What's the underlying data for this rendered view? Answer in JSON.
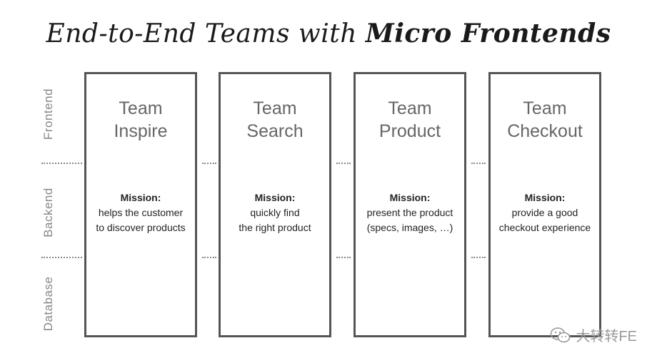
{
  "title": {
    "part1": "End-to-End Teams with ",
    "part2": "Micro Frontends"
  },
  "layers": [
    "Frontend",
    "Backend",
    "Database"
  ],
  "teams": [
    {
      "name_line1": "Team",
      "name_line2": "Inspire",
      "mission_label": "Mission:",
      "mission_line1": "helps the customer",
      "mission_line2": "to discover products"
    },
    {
      "name_line1": "Team",
      "name_line2": "Search",
      "mission_label": "Mission:",
      "mission_line1": "quickly find",
      "mission_line2": "the right product"
    },
    {
      "name_line1": "Team",
      "name_line2": "Product",
      "mission_label": "Mission:",
      "mission_line1": "present the product",
      "mission_line2": "(specs, images, …)"
    },
    {
      "name_line1": "Team",
      "name_line2": "Checkout",
      "mission_label": "Mission:",
      "mission_line1": "provide a good",
      "mission_line2": "checkout experience"
    }
  ],
  "watermark": {
    "icon": "wechat-icon",
    "text": "大转转FE"
  },
  "colors": {
    "box_border": "#555555",
    "layer_text": "#888888",
    "team_text": "#666666",
    "title_text": "#1a1a1a"
  }
}
